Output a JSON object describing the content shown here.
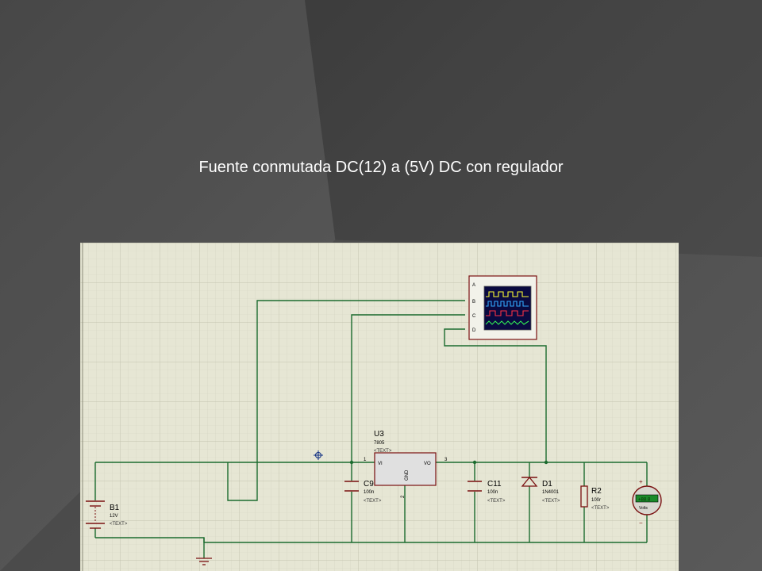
{
  "slide": {
    "title": "Fuente conmutada DC(12) a (5V) DC con regulador"
  },
  "colors": {
    "grid_bg": "#e6e6d4",
    "grid_line": "#c9c9b6",
    "wire": "#1b6b2e",
    "component": "#7a1010",
    "label": "#000000",
    "scope_screen": "#0a0a40"
  },
  "oscilloscope": {
    "channels": [
      "A",
      "B",
      "C",
      "D"
    ]
  },
  "regulator": {
    "ref": "U3",
    "value": "7805",
    "text": "<TEXT>",
    "pin_vi": "VI",
    "pin_vo": "VO",
    "pin_gnd": "GND",
    "pin1": "1",
    "pin2": "2",
    "pin3": "3"
  },
  "battery": {
    "ref": "B1",
    "value": "12V",
    "text": "<TEXT>"
  },
  "cap_in": {
    "ref": "C9",
    "value": "100n",
    "text": "<TEXT>"
  },
  "cap_out": {
    "ref": "C11",
    "value": "100n",
    "text": "<TEXT>"
  },
  "diode": {
    "ref": "D1",
    "value": "1N4001",
    "text": "<TEXT>"
  },
  "resistor": {
    "ref": "R2",
    "value": "100r",
    "text": "<TEXT>"
  },
  "voltmeter": {
    "display": "+88.8",
    "unit": "Volts",
    "plus": "+",
    "minus": "−"
  }
}
